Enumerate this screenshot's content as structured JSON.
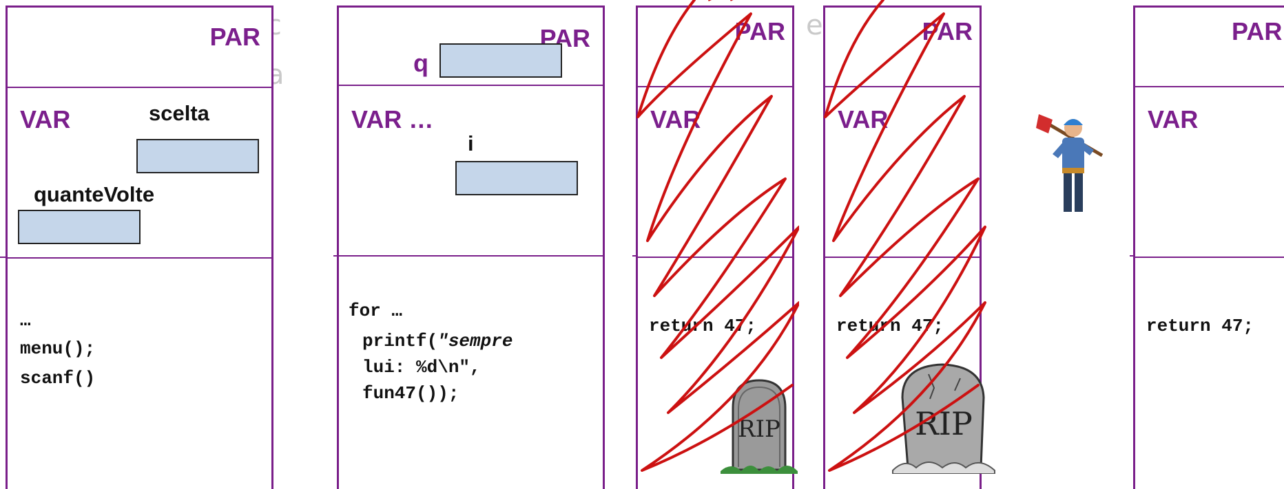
{
  "background": {
    "fragment_1": "ta c",
    "fragment_2": "er",
    "fragment_3": "e",
    "fragment_4": "a"
  },
  "frame_1": {
    "par": "PAR",
    "var": "VAR",
    "var_a_label": "scelta",
    "var_b_label": "quanteVolte",
    "code": [
      "…",
      "menu();",
      "scanf()"
    ]
  },
  "frame_2": {
    "par": "PAR",
    "param_label": "q",
    "var": "VAR …",
    "var_label": "i",
    "code_1": "for …",
    "code_2a": "printf(",
    "code_2b": "\"sempre",
    "code_3": "lui: %d\\n\",",
    "code_4": "fun47());"
  },
  "frame_3": {
    "par": "PAR",
    "var": "VAR",
    "code": "return 47;"
  },
  "frame_4": {
    "par": "PAR",
    "var": "VAR",
    "code": "return 47;"
  },
  "frame_5": {
    "par": "PAR",
    "var": "VAR",
    "code": "return 47;"
  },
  "colors": {
    "frame": "#7a1f8a",
    "box_fill": "#c5d6ea",
    "scribble": "#cc1111"
  },
  "icons": {
    "tombstone_small": "tombstone-icon",
    "tombstone_large": "tombstone-icon",
    "worker": "worker-with-shovel-icon"
  },
  "tombstone_text": "RIP"
}
